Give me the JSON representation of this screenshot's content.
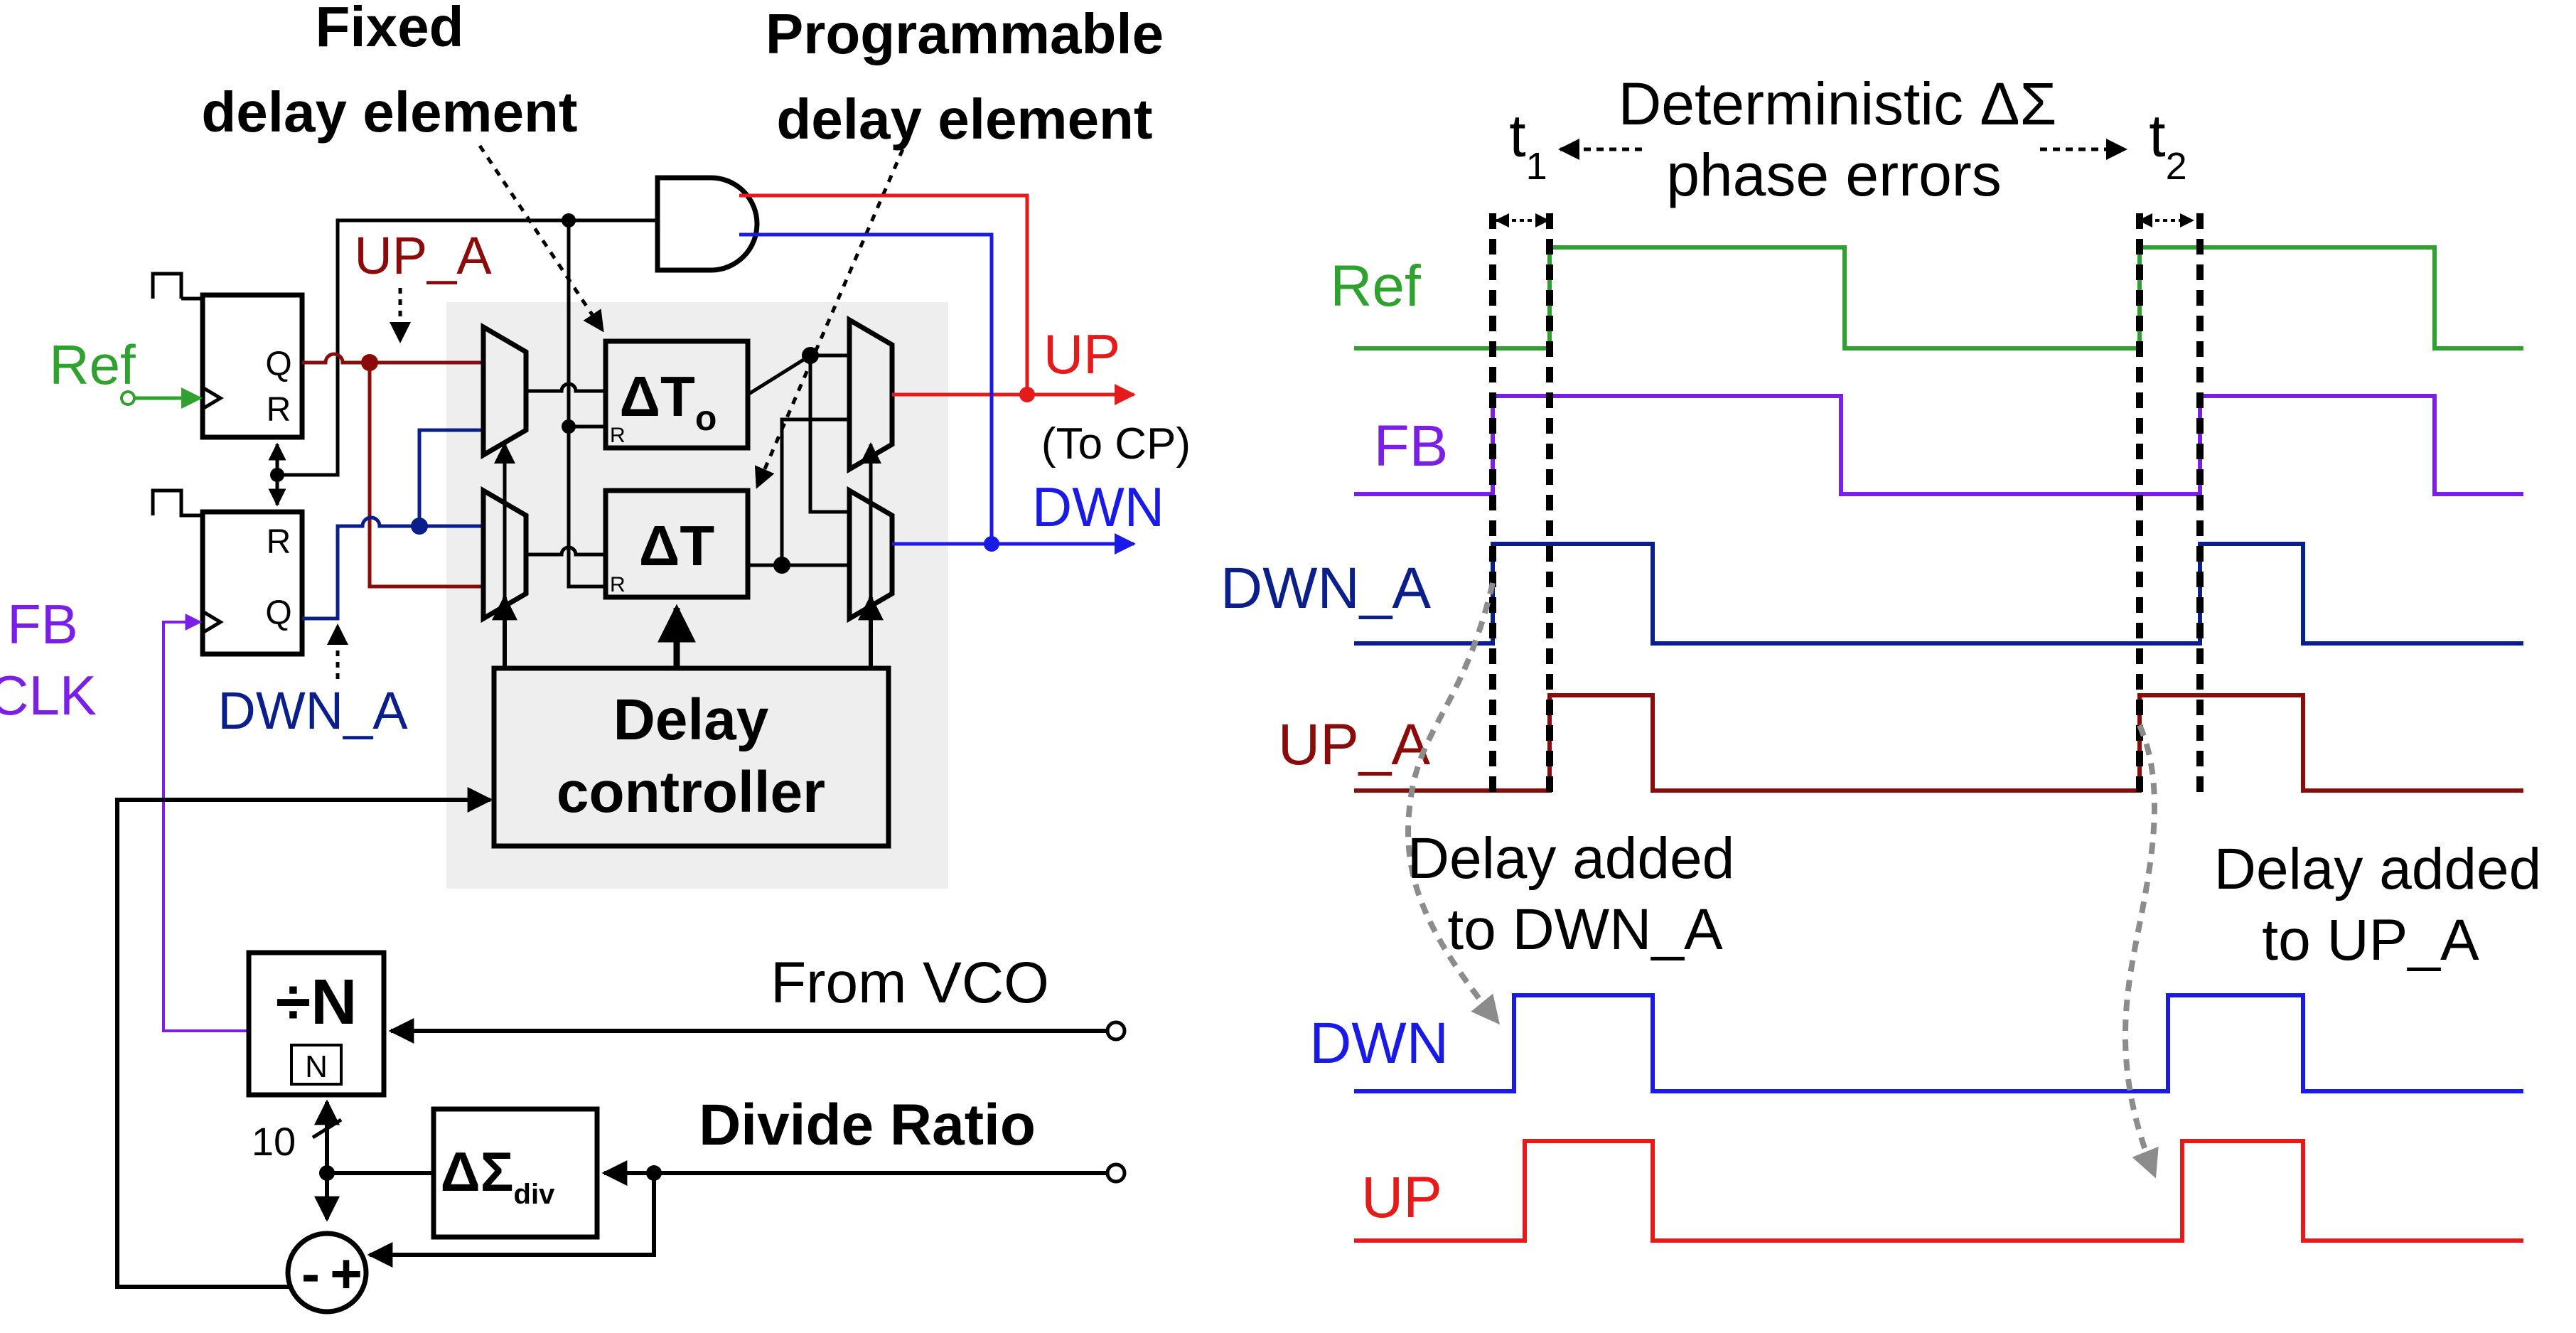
{
  "colors": {
    "ref": "#2ea12e",
    "fb": "#7b1fe6",
    "dwn_a": "#0b1f8a",
    "up_a": "#8b0a0a",
    "dwn": "#1a1ae6",
    "up": "#e61a1a",
    "black": "#000000",
    "panel_bg": "#eeeeee",
    "dashed_arrow": "#8c8c8c"
  },
  "schematic": {
    "label_fixed": "Fixed",
    "label_fixed_delay": "delay element",
    "label_prog": "Programmable",
    "label_prog_delay": "delay element",
    "ref": "Ref",
    "ff_q": "Q",
    "ff_r": "R",
    "up_a": "UP_A",
    "dwn_a": "DWN_A",
    "fb": "FB",
    "clk": "CLK",
    "dt_fixed": "ΔT",
    "dt_fixed_sub": "o",
    "dt_prog": "ΔT",
    "reset": "R",
    "up": "UP",
    "to_cp": "(To CP)",
    "dwn": "DWN",
    "delay": "Delay",
    "controller": "controller",
    "divider": "÷N",
    "divider_n": "N",
    "bus_width": "10",
    "from_vco": "From VCO",
    "divide_ratio": "Divide Ratio",
    "dsigma": "ΔΣ",
    "dsigma_sub": "div",
    "minus": "-",
    "plus": "+"
  },
  "timing": {
    "t1": "t",
    "t1_sub": "1",
    "t2": "t",
    "t2_sub": "2",
    "phase_err_1": "Deterministic ΔΣ",
    "phase_err_2": "phase errors",
    "sig_ref": "Ref",
    "sig_fb": "FB",
    "sig_dwn_a": "DWN_A",
    "sig_up_a": "UP_A",
    "sig_dwn": "DWN",
    "sig_up": "UP",
    "note1_a": "Delay added",
    "note1_b": "to  DWN_A",
    "note2_a": "Delay added",
    "note2_b": "to  UP_A"
  }
}
